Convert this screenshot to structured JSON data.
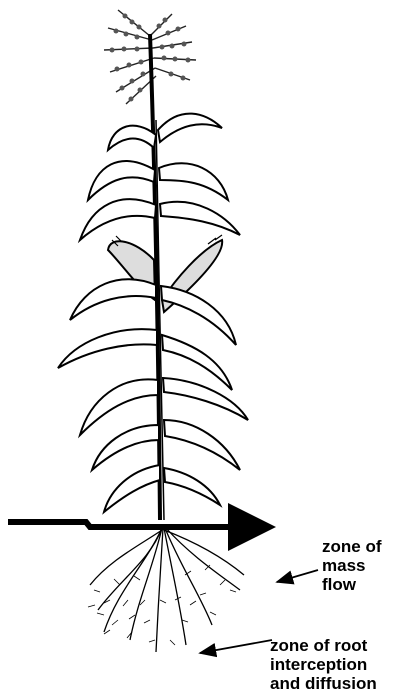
{
  "labels": {
    "mass_flow": [
      "zone of",
      "mass",
      "flow"
    ],
    "root_interception": [
      "zone of root",
      "interception",
      "and diffusion"
    ]
  }
}
